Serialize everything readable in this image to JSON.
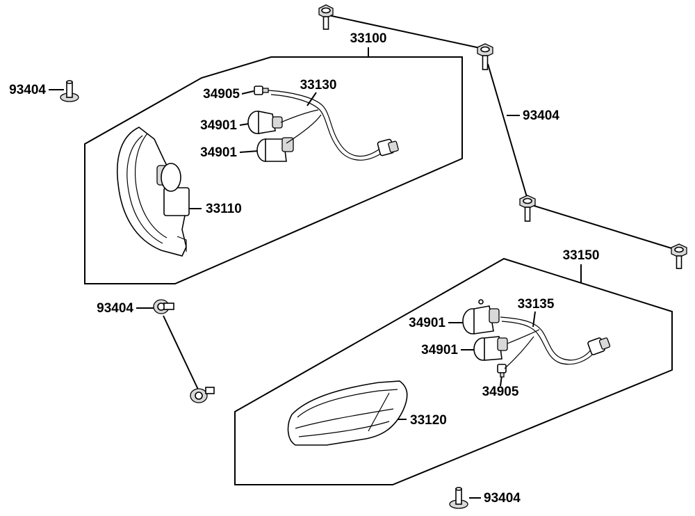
{
  "labels": {
    "assy_left": "33100",
    "assy_right": "33150",
    "harness_left": "33130",
    "harness_right": "33135",
    "housing_left": "33110",
    "housing_right": "33120",
    "bulb_small_left": "34905",
    "bulb_small_right": "34905",
    "bulb_upper_left": "34901",
    "bulb_lower_left": "34901",
    "bulb_upper_right": "34901",
    "bulb_lower_right": "34901",
    "bolt_top_left": "93404",
    "bolt_top_chain": "93404",
    "bolt_mid_left": "93404",
    "bolt_bottom": "93404"
  },
  "colors": {
    "line": "#000000",
    "fill": "#ffffff",
    "shade": "#d8d8d8"
  }
}
